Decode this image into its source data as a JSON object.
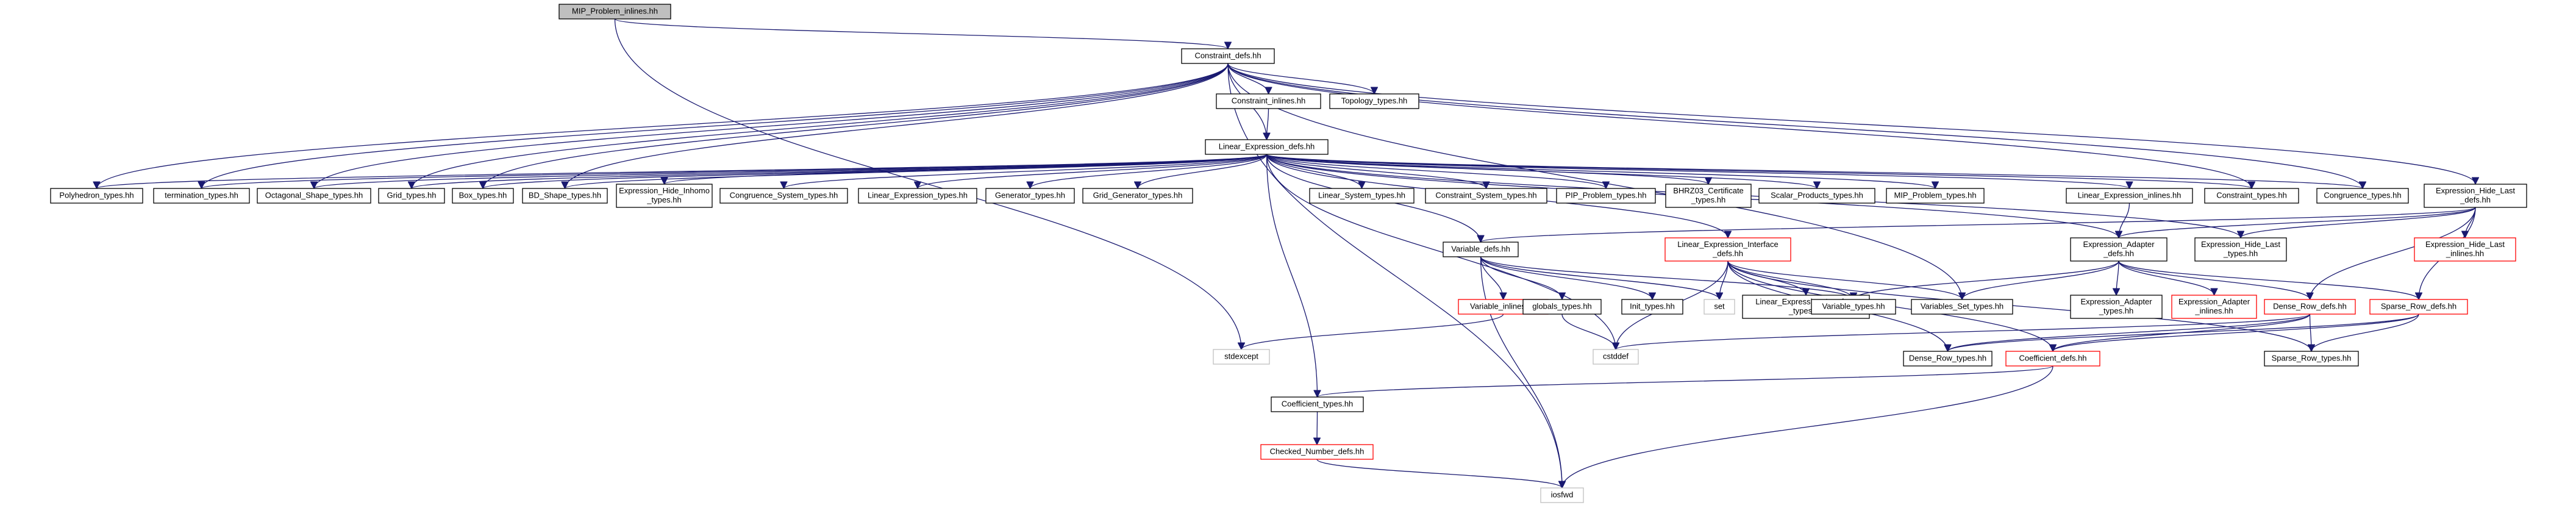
{
  "diagram": {
    "type": "include-dependency-graph",
    "colors": {
      "edge": "#191970",
      "node_border": "#000000",
      "external_border": "#ff0000",
      "system_border": "#bfbfbf",
      "root_fill": "#bfbfbf"
    },
    "nodes": [
      {
        "id": "root",
        "label": "MIP_Problem_inlines.hh",
        "style": "root"
      },
      {
        "id": "cdefs",
        "label": "Constraint_defs.hh",
        "style": "normal"
      },
      {
        "id": "cinl",
        "label": "Constraint_inlines.hh",
        "style": "normal"
      },
      {
        "id": "topo",
        "label": "Topology_types.hh",
        "style": "normal"
      },
      {
        "id": "led",
        "label": "Linear_Expression_defs.hh",
        "style": "normal"
      },
      {
        "id": "poly",
        "label": "Polyhedron_types.hh",
        "style": "normal"
      },
      {
        "id": "term",
        "label": "termination_types.hh",
        "style": "normal"
      },
      {
        "id": "oct",
        "label": "Octagonal_Shape_types.hh",
        "style": "normal"
      },
      {
        "id": "grid",
        "label": "Grid_types.hh",
        "style": "normal"
      },
      {
        "id": "box",
        "label": "Box_types.hh",
        "style": "normal"
      },
      {
        "id": "bd",
        "label": "BD_Shape_types.hh",
        "style": "normal"
      },
      {
        "id": "ehi",
        "label": [
          "Expression_Hide_Inhomo",
          "_types.hh"
        ],
        "style": "normal"
      },
      {
        "id": "csys",
        "label": "Congruence_System_types.hh",
        "style": "normal"
      },
      {
        "id": "let",
        "label": "Linear_Expression_types.hh",
        "style": "normal"
      },
      {
        "id": "gen",
        "label": "Generator_types.hh",
        "style": "normal"
      },
      {
        "id": "ggen",
        "label": "Grid_Generator_types.hh",
        "style": "normal"
      },
      {
        "id": "lsys",
        "label": "Linear_System_types.hh",
        "style": "normal"
      },
      {
        "id": "csyst",
        "label": "Constraint_System_types.hh",
        "style": "normal"
      },
      {
        "id": "pip",
        "label": "PIP_Problem_types.hh",
        "style": "normal"
      },
      {
        "id": "bhrz",
        "label": [
          "BHRZ03_Certificate",
          "_types.hh"
        ],
        "style": "normal"
      },
      {
        "id": "scalar",
        "label": "Scalar_Products_types.hh",
        "style": "normal"
      },
      {
        "id": "mip",
        "label": "MIP_Problem_types.hh",
        "style": "normal"
      },
      {
        "id": "lei",
        "label": "Linear_Expression_inlines.hh",
        "style": "normal"
      },
      {
        "id": "ctypes",
        "label": "Constraint_types.hh",
        "style": "normal"
      },
      {
        "id": "congt",
        "label": "Congruence_types.hh",
        "style": "normal"
      },
      {
        "id": "ehl",
        "label": [
          "Expression_Hide_Last",
          "_defs.hh"
        ],
        "style": "normal"
      },
      {
        "id": "vdefs",
        "label": "Variable_defs.hh",
        "style": "normal"
      },
      {
        "id": "leid",
        "label": [
          "Linear_Expression_Interface",
          "_defs.hh"
        ],
        "style": "red"
      },
      {
        "id": "ead",
        "label": [
          "Expression_Adapter",
          "_defs.hh"
        ],
        "style": "normal"
      },
      {
        "id": "ehlt",
        "label": [
          "Expression_Hide_Last",
          "_types.hh"
        ],
        "style": "normal"
      },
      {
        "id": "ehli",
        "label": [
          "Expression_Hide_Last",
          "_inlines.hh"
        ],
        "style": "red"
      },
      {
        "id": "vinl",
        "label": "Variable_inlines.hh",
        "style": "red"
      },
      {
        "id": "glob",
        "label": "globals_types.hh",
        "style": "normal"
      },
      {
        "id": "intt",
        "label": "Init_types.hh",
        "style": "normal"
      },
      {
        "id": "set",
        "label": "set",
        "style": "gray"
      },
      {
        "id": "leit",
        "label": [
          "Linear_Expression_Interface",
          "_types.hh"
        ],
        "style": "normal"
      },
      {
        "id": "vtypes",
        "label": "Variable_types.hh",
        "style": "normal"
      },
      {
        "id": "vst",
        "label": "Variables_Set_types.hh",
        "style": "normal"
      },
      {
        "id": "eat",
        "label": [
          "Expression_Adapter",
          "_types.hh"
        ],
        "style": "normal"
      },
      {
        "id": "eai",
        "label": [
          "Expression_Adapter",
          "_inlines.hh"
        ],
        "style": "red"
      },
      {
        "id": "drd",
        "label": "Dense_Row_defs.hh",
        "style": "red"
      },
      {
        "id": "srd",
        "label": "Sparse_Row_defs.hh",
        "style": "red"
      },
      {
        "id": "stdexcept",
        "label": "stdexcept",
        "style": "gray"
      },
      {
        "id": "cstddef",
        "label": "cstddef",
        "style": "gray"
      },
      {
        "id": "drt",
        "label": "Dense_Row_types.hh",
        "style": "normal"
      },
      {
        "id": "coefd",
        "label": "Coefficient_defs.hh",
        "style": "red"
      },
      {
        "id": "srt",
        "label": "Sparse_Row_types.hh",
        "style": "normal"
      },
      {
        "id": "coeft",
        "label": "Coefficient_types.hh",
        "style": "normal"
      },
      {
        "id": "cnd",
        "label": "Checked_Number_defs.hh",
        "style": "red"
      },
      {
        "id": "iosfwd",
        "label": "iosfwd",
        "style": "gray"
      }
    ],
    "edges": [
      [
        "root",
        "cdefs"
      ],
      [
        "root",
        "stdexcept"
      ],
      [
        "cdefs",
        "cinl"
      ],
      [
        "cdefs",
        "topo"
      ],
      [
        "cdefs",
        "led"
      ],
      [
        "cdefs",
        "poly"
      ],
      [
        "cdefs",
        "term"
      ],
      [
        "cdefs",
        "oct"
      ],
      [
        "cdefs",
        "grid"
      ],
      [
        "cdefs",
        "box"
      ],
      [
        "cdefs",
        "bd"
      ],
      [
        "cdefs",
        "ctypes"
      ],
      [
        "cdefs",
        "congt"
      ],
      [
        "cdefs",
        "ehl"
      ],
      [
        "cdefs",
        "vst"
      ],
      [
        "cdefs",
        "iosfwd"
      ],
      [
        "cinl",
        "led"
      ],
      [
        "led",
        "poly"
      ],
      [
        "led",
        "term"
      ],
      [
        "led",
        "oct"
      ],
      [
        "led",
        "grid"
      ],
      [
        "led",
        "box"
      ],
      [
        "led",
        "bd"
      ],
      [
        "led",
        "ehi"
      ],
      [
        "led",
        "csys"
      ],
      [
        "led",
        "let"
      ],
      [
        "led",
        "gen"
      ],
      [
        "led",
        "ggen"
      ],
      [
        "led",
        "lsys"
      ],
      [
        "led",
        "csyst"
      ],
      [
        "led",
        "pip"
      ],
      [
        "led",
        "bhrz"
      ],
      [
        "led",
        "scalar"
      ],
      [
        "led",
        "mip"
      ],
      [
        "led",
        "lei"
      ],
      [
        "led",
        "ctypes"
      ],
      [
        "led",
        "congt"
      ],
      [
        "led",
        "vdefs"
      ],
      [
        "led",
        "leid"
      ],
      [
        "led",
        "ead"
      ],
      [
        "led",
        "ehlt"
      ],
      [
        "led",
        "coeft"
      ],
      [
        "led",
        "cstddef"
      ],
      [
        "lei",
        "ead"
      ],
      [
        "ehl",
        "ead"
      ],
      [
        "ehl",
        "ehlt"
      ],
      [
        "ehl",
        "ehli"
      ],
      [
        "ehl",
        "vdefs"
      ],
      [
        "ehl",
        "drd"
      ],
      [
        "ehl",
        "srd"
      ],
      [
        "vdefs",
        "vinl"
      ],
      [
        "vdefs",
        "glob"
      ],
      [
        "vdefs",
        "intt"
      ],
      [
        "vdefs",
        "set"
      ],
      [
        "vdefs",
        "vtypes"
      ],
      [
        "vdefs",
        "iosfwd"
      ],
      [
        "vinl",
        "stdexcept"
      ],
      [
        "glob",
        "cstddef"
      ],
      [
        "leid",
        "set"
      ],
      [
        "leid",
        "leit"
      ],
      [
        "leid",
        "vtypes"
      ],
      [
        "leid",
        "vst"
      ],
      [
        "leid",
        "drt"
      ],
      [
        "leid",
        "coefd"
      ],
      [
        "leid",
        "srt"
      ],
      [
        "leid",
        "cstddef"
      ],
      [
        "ead",
        "vtypes"
      ],
      [
        "ead",
        "vst"
      ],
      [
        "ead",
        "eat"
      ],
      [
        "ead",
        "eai"
      ],
      [
        "ead",
        "drd"
      ],
      [
        "ead",
        "srd"
      ],
      [
        "drd",
        "drt"
      ],
      [
        "drd",
        "coefd"
      ],
      [
        "drd",
        "srt"
      ],
      [
        "drd",
        "cstddef"
      ],
      [
        "srd",
        "drt"
      ],
      [
        "srd",
        "coefd"
      ],
      [
        "srd",
        "srt"
      ],
      [
        "coefd",
        "coeft"
      ],
      [
        "coefd",
        "iosfwd"
      ],
      [
        "coeft",
        "cnd"
      ],
      [
        "cnd",
        "iosfwd"
      ]
    ]
  }
}
